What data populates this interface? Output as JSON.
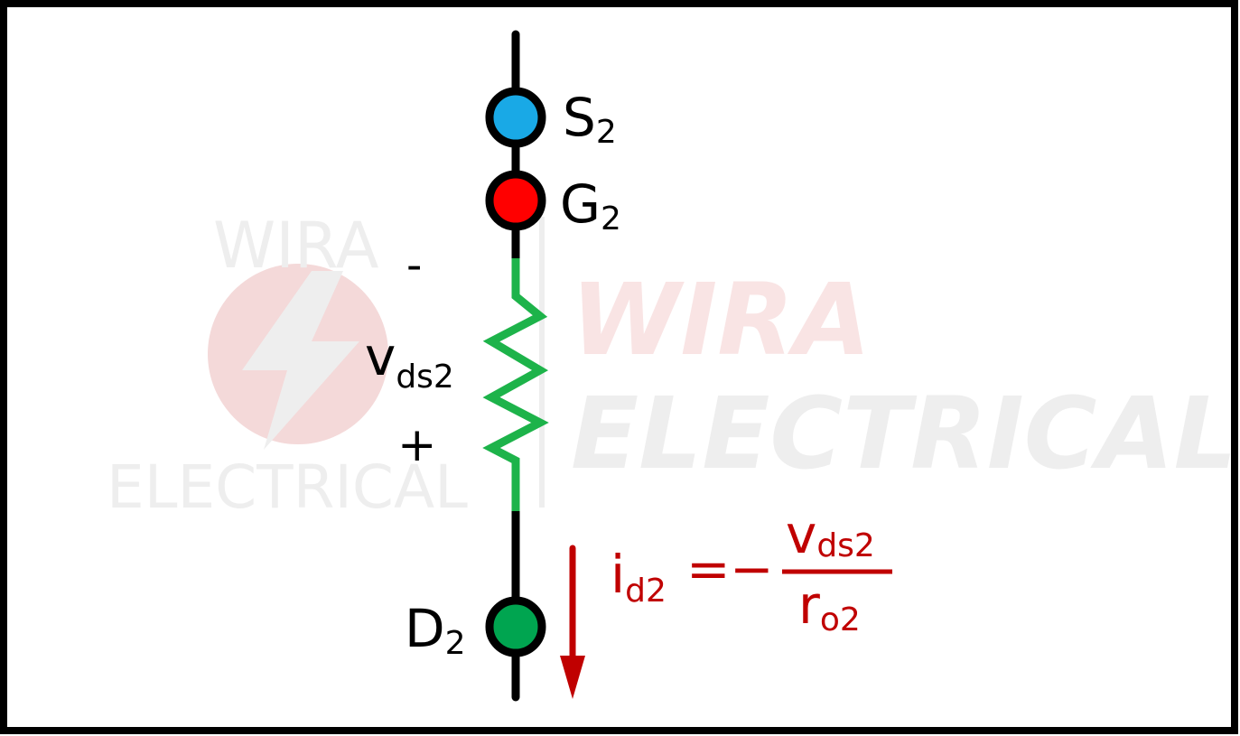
{
  "colors": {
    "frame": "#000000",
    "wire": "#000000",
    "resistor": "#1db34a",
    "source_node": "#19a9e6",
    "gate_node": "#ff0000",
    "drain_node": "#00a550",
    "current": "#c00000",
    "watermark_red": "#f4d9d9",
    "watermark_gray": "#eeeeee"
  },
  "watermark": {
    "logo_top": "WIRA",
    "logo_bottom": "ELECTRICAL",
    "big_line1": "WIRA",
    "big_line2": "ELECTRICAL"
  },
  "nodes": {
    "source": {
      "main": "S",
      "sub": "2"
    },
    "gate": {
      "main": "G",
      "sub": "2"
    },
    "drain": {
      "main": "D",
      "sub": "2"
    }
  },
  "voltage": {
    "minus": "-",
    "plus": "+",
    "main": "v",
    "sub": "ds2"
  },
  "equation": {
    "lhs_main": "i",
    "lhs_sub": "d2",
    "equals": "=",
    "minus": "−",
    "num_main": "v",
    "num_sub": "ds2",
    "den_main": "r",
    "den_sub": "o2"
  }
}
